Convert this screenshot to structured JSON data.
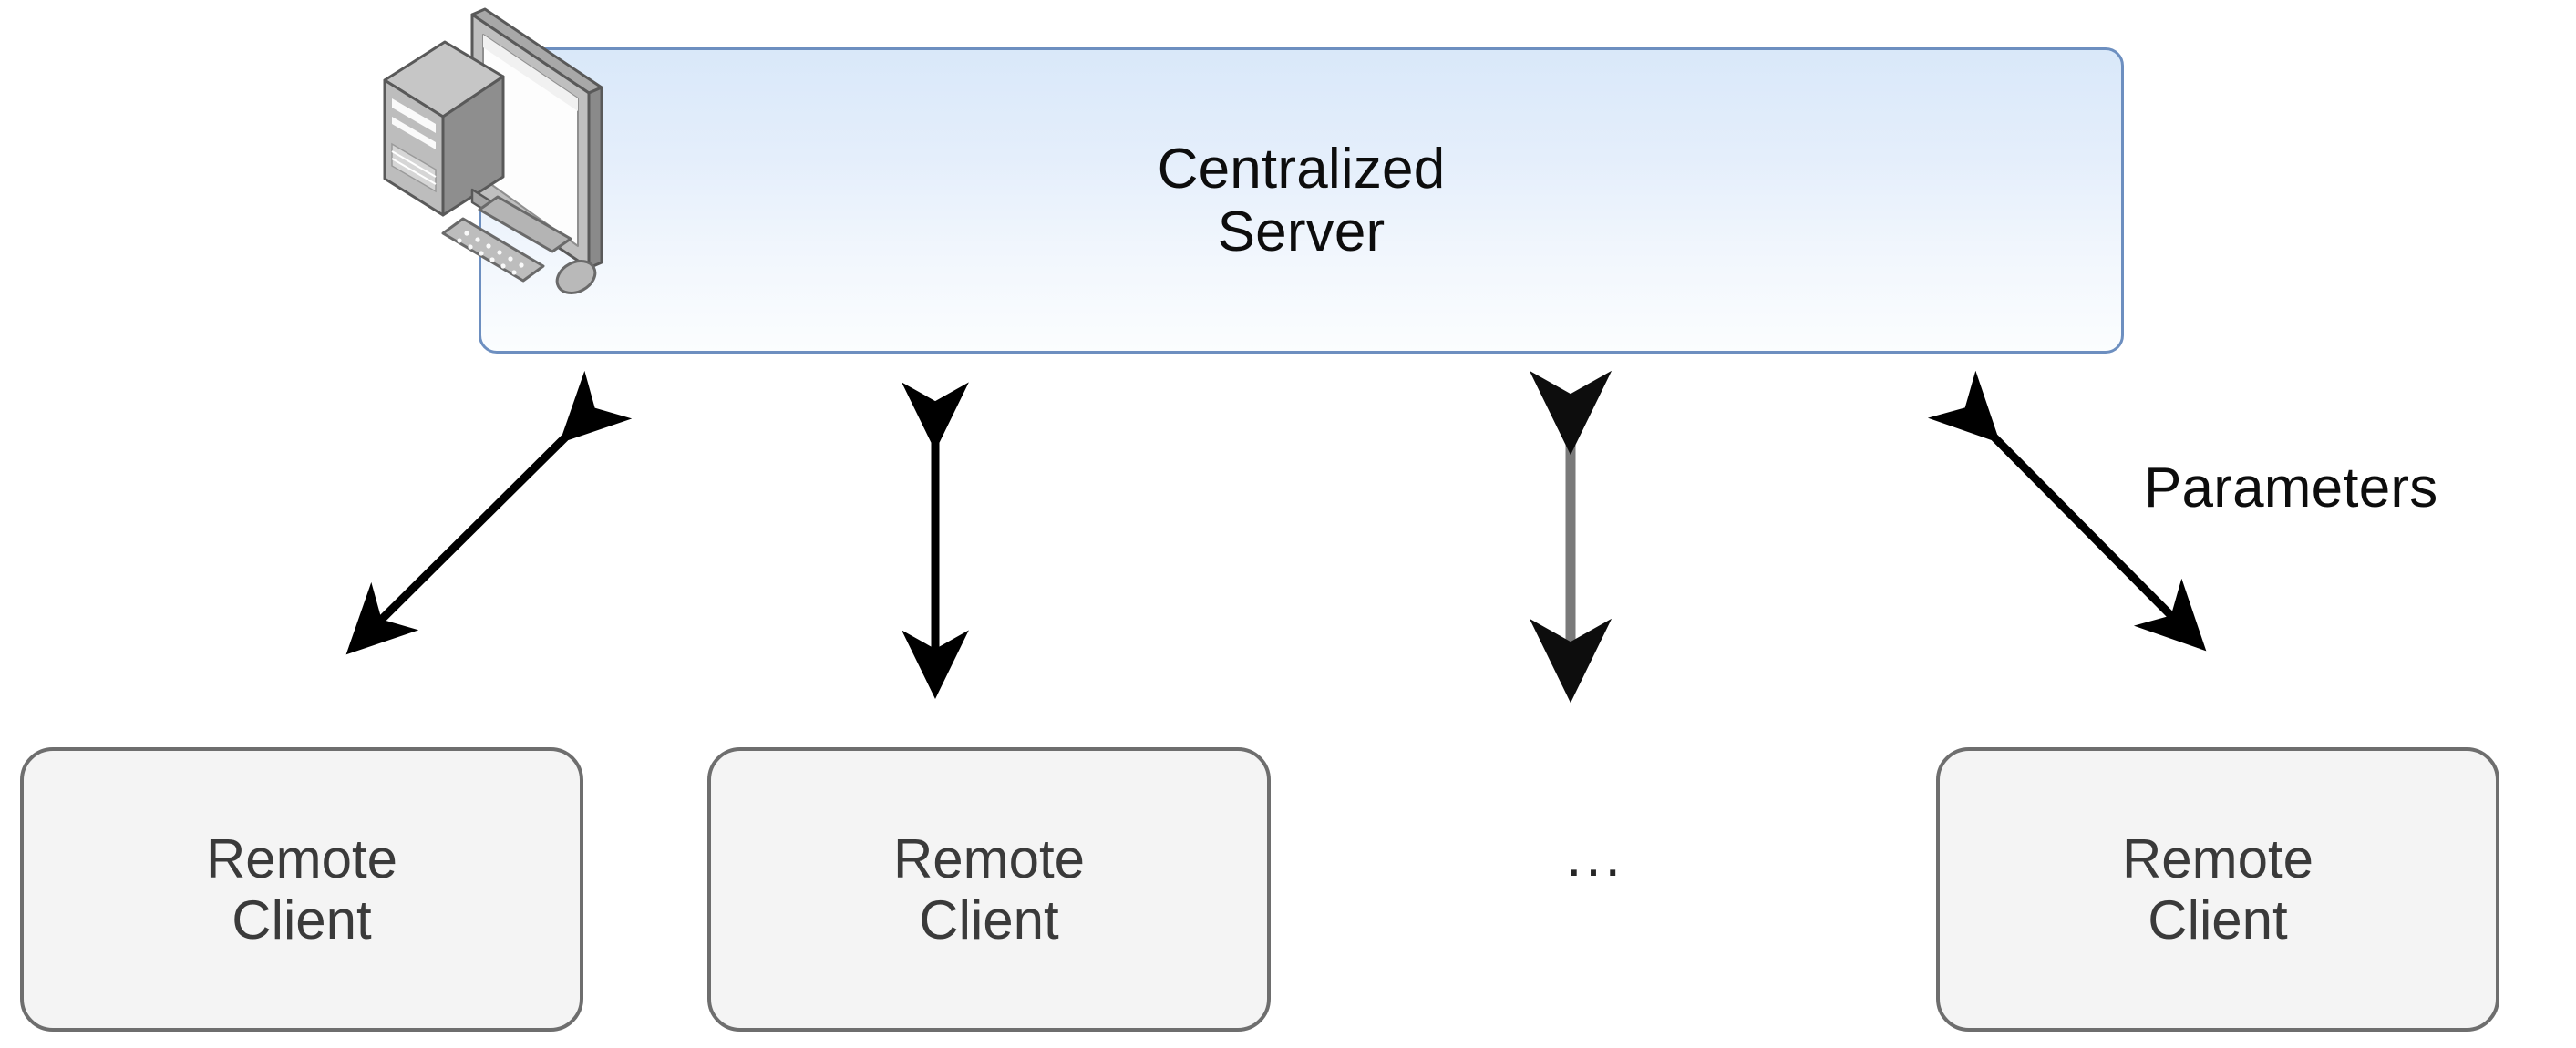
{
  "diagram": {
    "title_semantic": "federated-learning-client-server-topology",
    "background_color": "#ffffff",
    "server": {
      "label_lines": [
        "Centralized",
        "Server"
      ],
      "icon_name": "desktop-computer-icon",
      "border_color": "#6d8fc0",
      "fill_top_color": "#d9e8f9",
      "fill_bottom_color": "#fbfdfe"
    },
    "edge_label": "Parameters",
    "ellipsis": "...",
    "clients": [
      {
        "label_lines": [
          "Remote",
          "Client"
        ]
      },
      {
        "label_lines": [
          "Remote",
          "Client"
        ]
      },
      {
        "label_lines": [
          "Remote",
          "Client"
        ]
      }
    ],
    "client_style": {
      "border_color": "#6e6e6e",
      "fill_color": "#f4f4f4",
      "text_color": "#3a3a3a"
    },
    "connectors": [
      {
        "name": "connector-diagonal-left",
        "style": "double-headed",
        "color": "#000000"
      },
      {
        "name": "connector-vertical-second",
        "style": "double-headed",
        "color": "#000000"
      },
      {
        "name": "connector-vertical-third",
        "style": "double-headed",
        "color": "#777777"
      },
      {
        "name": "connector-diagonal-right",
        "style": "double-headed",
        "color": "#000000"
      }
    ]
  }
}
